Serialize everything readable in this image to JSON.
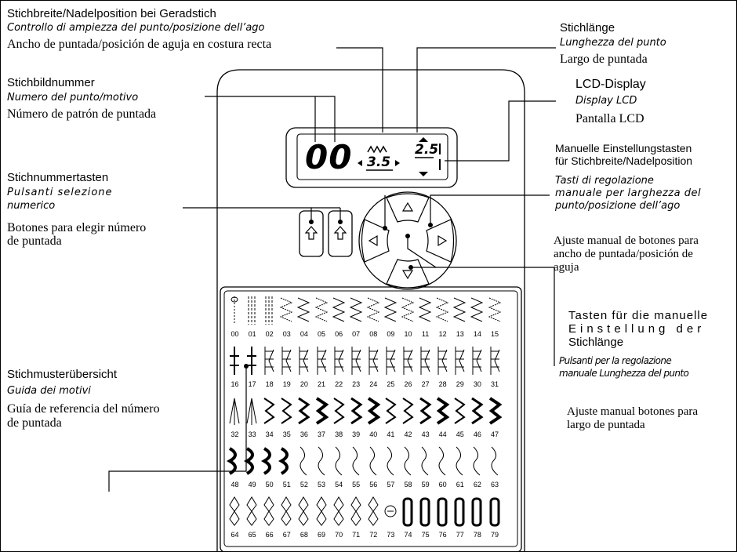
{
  "labels": {
    "stitch_width": {
      "de": "Stichbreite/Nadelposition bei Geradstich",
      "it": "Controllo di ampiezza del punto/posizione dell’ago",
      "es": "Ancho de puntada/posición de aguja en costura recta"
    },
    "stitch_length": {
      "de": "Stichlänge",
      "it": "Lunghezza del punto",
      "es": "Largo de  puntada"
    },
    "stitch_number": {
      "de": "Stichbildnummer",
      "it": "Numero del punto/motivo",
      "es": "Número de patrón de puntada"
    },
    "lcd": {
      "de": "LCD-Display",
      "it": "Display LCD",
      "es": "Pantalla LCD"
    },
    "manual_width": {
      "de1": "Manuelle Einstellungstasten",
      "de2": "für Stichbreite/Nadelposition",
      "it1": "Tasti di regolazione",
      "it2": "manuale per larghezza del",
      "it3": "punto/posizione dell’ago",
      "es1": "Ajuste manual de botones para",
      "es2": "ancho de puntada/posición de",
      "es3": "aguja"
    },
    "number_keys": {
      "de": "Stichnummertasten",
      "it1": "Pulsanti selezione",
      "it2": "numerico",
      "es1": "Botones para elegir número",
      "es2": "de puntada"
    },
    "manual_length": {
      "de1": "Tasten für die manuelle",
      "de2": "Einstellung der",
      "de3": "Stichlänge",
      "it1": "Pulsanti per la regolazione",
      "it2": "manuale Lunghezza del punto",
      "es1": "Ajuste manual botones para",
      "es2": "largo de puntada"
    },
    "overview": {
      "de": "Stichmusterübersicht",
      "it": "Guida dei motivi",
      "es1": "Guía de referencia del número",
      "es2": "de puntada"
    }
  },
  "lcd": {
    "pattern_number": "00",
    "width_value": "3.5",
    "length_value": "2.5"
  },
  "pattern_numbers": [
    [
      "00",
      "01",
      "02",
      "03",
      "04",
      "05",
      "06",
      "07",
      "08",
      "09",
      "10",
      "11",
      "12",
      "13",
      "14",
      "15"
    ],
    [
      "16",
      "17",
      "18",
      "19",
      "20",
      "21",
      "22",
      "23",
      "24",
      "25",
      "26",
      "27",
      "28",
      "29",
      "30",
      "31"
    ],
    [
      "32",
      "33",
      "34",
      "35",
      "36",
      "37",
      "38",
      "39",
      "40",
      "41",
      "42",
      "43",
      "44",
      "45",
      "46",
      "47"
    ],
    [
      "48",
      "49",
      "50",
      "51",
      "52",
      "53",
      "54",
      "55",
      "56",
      "57",
      "58",
      "59",
      "60",
      "61",
      "62",
      "63"
    ],
    [
      "64",
      "65",
      "66",
      "67",
      "68",
      "69",
      "70",
      "71",
      "72",
      "73",
      "74",
      "75",
      "76",
      "77",
      "78",
      "79"
    ]
  ],
  "icons": {
    "number_up": "up-arrow-icon",
    "dial_up": "up-triangle-icon",
    "dial_down": "down-triangle-icon",
    "dial_left": "left-triangle-icon",
    "dial_right": "right-triangle-icon"
  }
}
